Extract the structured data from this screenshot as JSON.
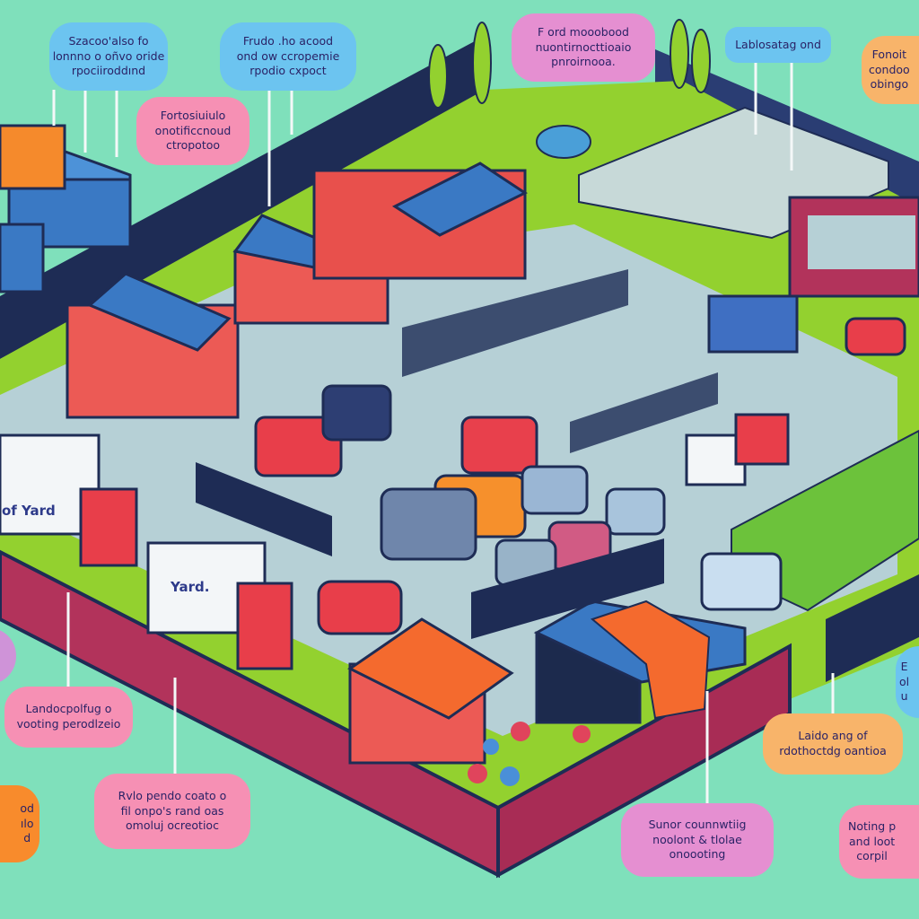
{
  "palette": {
    "background": "#7fe0bb",
    "grass": "#93d12f",
    "pavement": "#b6d0d6",
    "fence_dark": "#1e2c55",
    "fence_red": "#b2335b",
    "building_red": "#ec5a55",
    "building_blue": "#3a79c4",
    "roof_orange": "#f46a2e"
  },
  "callouts": [
    {
      "text": "Szacoo'also fo\nlonnno o oñvo oride\nrpociiroddınd",
      "color": "blue"
    },
    {
      "text": "Frudo .ho acood\nond ow ccropemie\nrpodio cxpoct",
      "color": "blue"
    },
    {
      "text": "Fortosiuiulo\nonotificcnoud\nctropotoo",
      "color": "pink"
    },
    {
      "text": "F ord mooobood\nnuontirnocttioaio\npnroirnooa.",
      "color": "magenta"
    },
    {
      "text": "Lablosatag ond",
      "color": "blue"
    },
    {
      "text": "Fonoit\ncondoo\nobingo",
      "color": "orange"
    },
    {
      "text": "Landocpolfug o\nvooting perodlzeio",
      "color": "pink"
    },
    {
      "text": "od\nılo\nd",
      "color": "orange"
    },
    {
      "text": "Rvlo pendo coato o\nfil onpo's rand oas\nomoluj ocreotioc",
      "color": "pink"
    },
    {
      "text": "Sunor counnwtiig\nnoolont & tlolae\nonoooting",
      "color": "magenta"
    },
    {
      "text": "Laido ang of\nrdothoctdg oantioa",
      "color": "orange"
    },
    {
      "text": "Noting p\nand loot\ncorpil",
      "color": "pink"
    },
    {
      "text": "E\nol\nu",
      "color": "blue"
    }
  ],
  "truck_labels": {
    "left_truck": "of Yard",
    "front_truck": "Yard."
  }
}
